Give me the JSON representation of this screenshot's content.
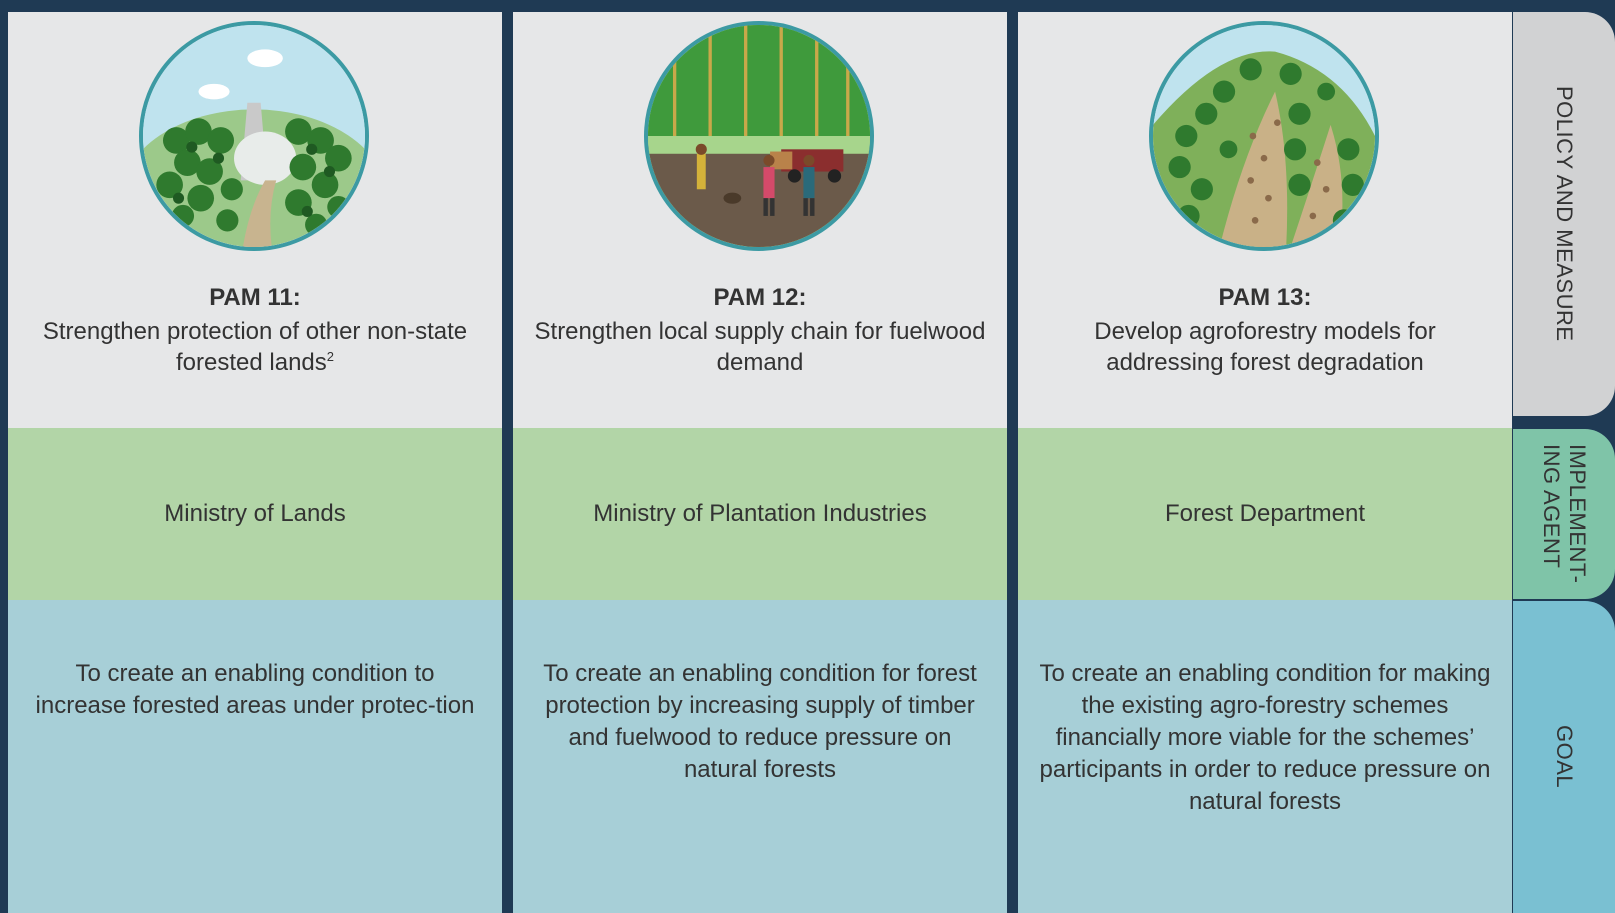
{
  "tabs": {
    "pam": "POLICY AND MEASURE",
    "agent_line1": "IMPLEMENT-",
    "agent_line2": "ING AGENT",
    "goal": "GOAL"
  },
  "columns": [
    {
      "code": "PAM 11:",
      "title": "Strengthen protection of other non-state forested lands",
      "footnote": "2",
      "icon": "forest-reserve-icon",
      "agent": "Ministry of Lands",
      "goal": "To create an enabling condition to increase forested areas under protec-tion"
    },
    {
      "code": "PAM 12:",
      "title": "Strengthen local supply chain for fuelwood demand",
      "icon": "fuelwood-supply-icon",
      "agent": "Ministry of Plantation Industries",
      "goal": "To create an enabling condition for forest protection by increasing supply of timber and fuelwood to reduce pressure on natural forests"
    },
    {
      "code": "PAM 13:",
      "title": "Develop agroforestry models for addressing forest degradation",
      "icon": "agroforestry-hill-icon",
      "agent": "Forest Department",
      "goal": "To create an enabling condition for making the existing agro-forestry schemes financially more viable for the schemes’ participants in order to reduce pressure on natural forests"
    }
  ],
  "colors": {
    "background": "#1f3a54",
    "pam_row": "#e6e7e8",
    "agent_row": "#b2d5a7",
    "goal_row": "#a7cfd7",
    "tab_pam": "#d1d2d3",
    "tab_agent": "#7fc4a8",
    "tab_goal": "#7ac0d2"
  }
}
